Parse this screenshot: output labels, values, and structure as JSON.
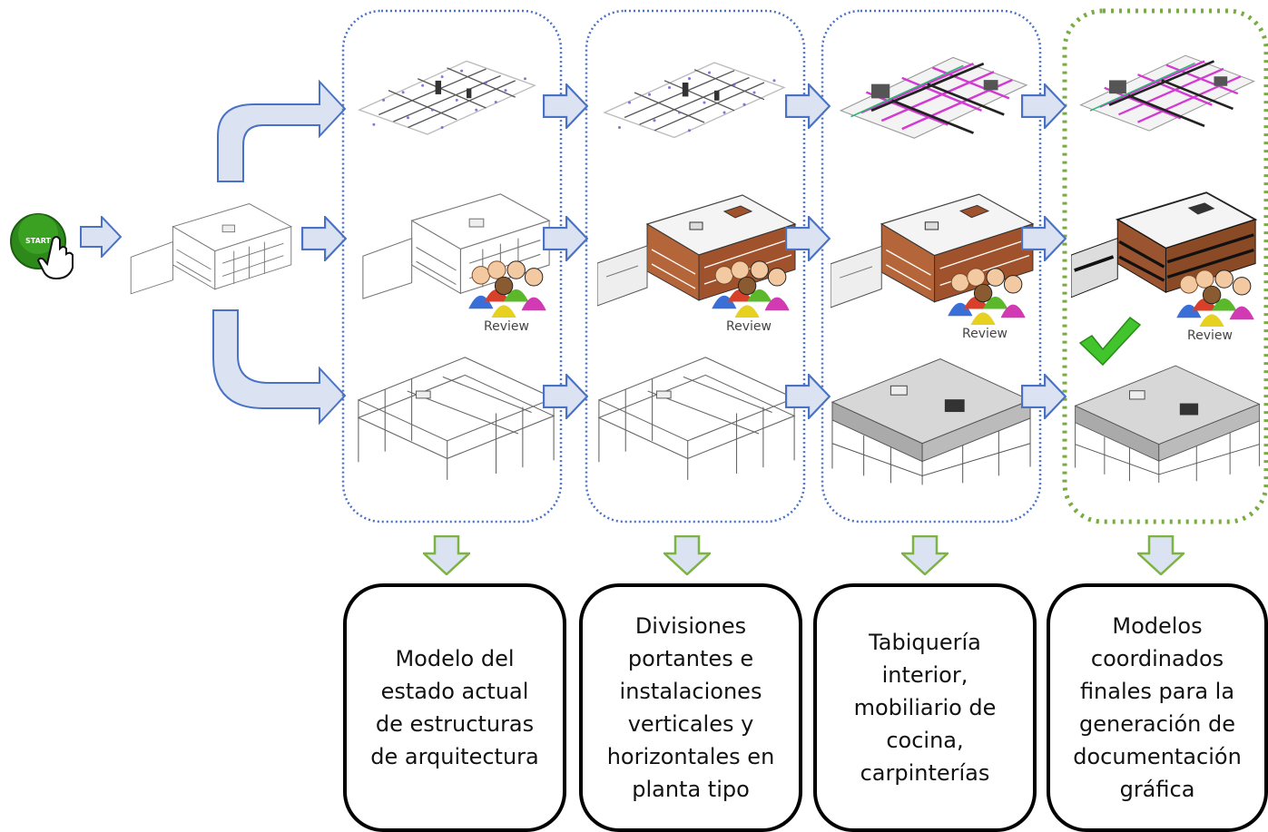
{
  "start": {
    "label": "START"
  },
  "review_label": "Review",
  "stages": [
    {
      "label": "Modelo del\nestado actual\nde estructuras\nde arquitectura"
    },
    {
      "label": "Divisiones\nportantes e\ninstalaciones\nverticales y\nhorizontales en\nplanta tipo"
    },
    {
      "label": "Tabiquería\ninterior,\nmobiliario de\ncocina,\ncarpinterías"
    },
    {
      "label": "Modelos\ncoordinados\nfinales para la\ngeneración de\ndocumentación\ngráfica"
    }
  ],
  "colors": {
    "arrow_fill": "#dbe3f3",
    "arrow_stroke": "#4a72c4",
    "panel_border": "#4a72c4",
    "final_panel_border": "#77ac40",
    "down_arrow_stroke": "#7cb342",
    "brick": "#a0522d",
    "check": "#42c42c",
    "start_green": "#2d8a1a"
  }
}
